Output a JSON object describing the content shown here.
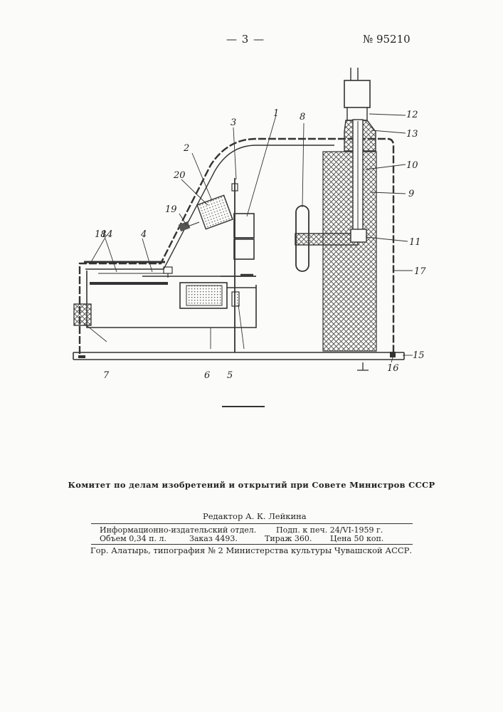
{
  "header": {
    "page_number": "— 3 —",
    "patent_number": "№ 95210"
  },
  "figure": {
    "labels": {
      "l1": "1",
      "l2": "2",
      "l3": "3",
      "l4": "4",
      "l5": "5",
      "l6": "6",
      "l7": "7",
      "l8": "8",
      "l9": "9",
      "l10": "10",
      "l11": "11",
      "l12": "12",
      "l13": "13",
      "l14": "14",
      "l15": "15",
      "l16": "16",
      "l17": "17",
      "l18": "18",
      "l19": "19",
      "l20": "20"
    }
  },
  "imprint": {
    "committee": "Комитет по делам изобретений и открытий при Совете Министров СССР",
    "editor": "Редактор А. К. Лейкина",
    "dept": "Информационно-издательский отдел.",
    "signed": "Подп. к печ. 24/VI-1959 г.",
    "volume": "Объем 0,34 п. л.",
    "order": "Заказ 4493.",
    "print_run": "Тираж 360.",
    "price": "Цена 50 коп.",
    "printer": "Гор. Алатырь, типография № 2 Министерства культуры Чувашской АССР."
  }
}
